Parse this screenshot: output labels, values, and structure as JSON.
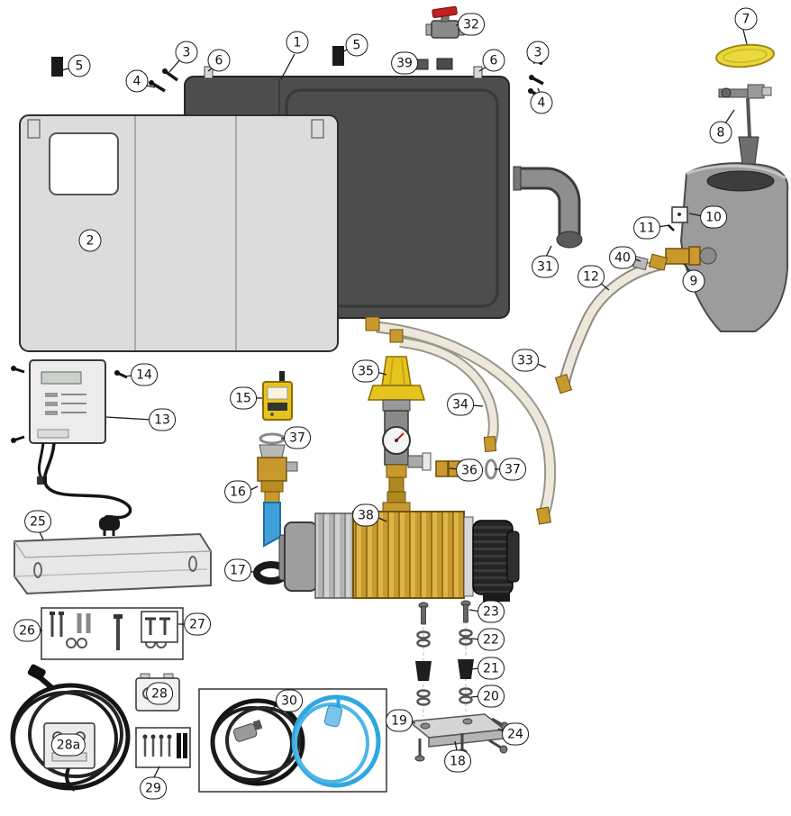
{
  "callouts": {
    "c1": "1",
    "c2": "2",
    "c3a": "3",
    "c3b": "3",
    "c4a": "4",
    "c4b": "4",
    "c5a": "5",
    "c5b": "5",
    "c6a": "6",
    "c6b": "6",
    "c7": "7",
    "c8": "8",
    "c9": "9",
    "c10": "10",
    "c11": "11",
    "c12": "12",
    "c13": "13",
    "c14": "14",
    "c15": "15",
    "c16": "16",
    "c17": "17",
    "c18": "18",
    "c19": "19",
    "c20": "20",
    "c21": "21",
    "c22": "22",
    "c23": "23",
    "c24": "24",
    "c25": "25",
    "c26": "26",
    "c27": "27",
    "c28": "28",
    "c28a": "28a",
    "c29": "29",
    "c30": "30",
    "c31": "31",
    "c32": "32",
    "c33": "33",
    "c34": "34",
    "c35": "35",
    "c36": "36",
    "c37a": "37",
    "c37b": "37",
    "c38": "38",
    "c39": "39",
    "c40": "40"
  },
  "colors": {
    "panel_dark": "#4d4d4d",
    "panel_light": "#dcdcdc",
    "brass": "#c89a2e",
    "yellow": "#e6c41e",
    "valve_red": "#c02020",
    "blue_pipe": "#3f9fd8",
    "blue_cable": "#2ea7e0",
    "hose": "#ece8db"
  }
}
